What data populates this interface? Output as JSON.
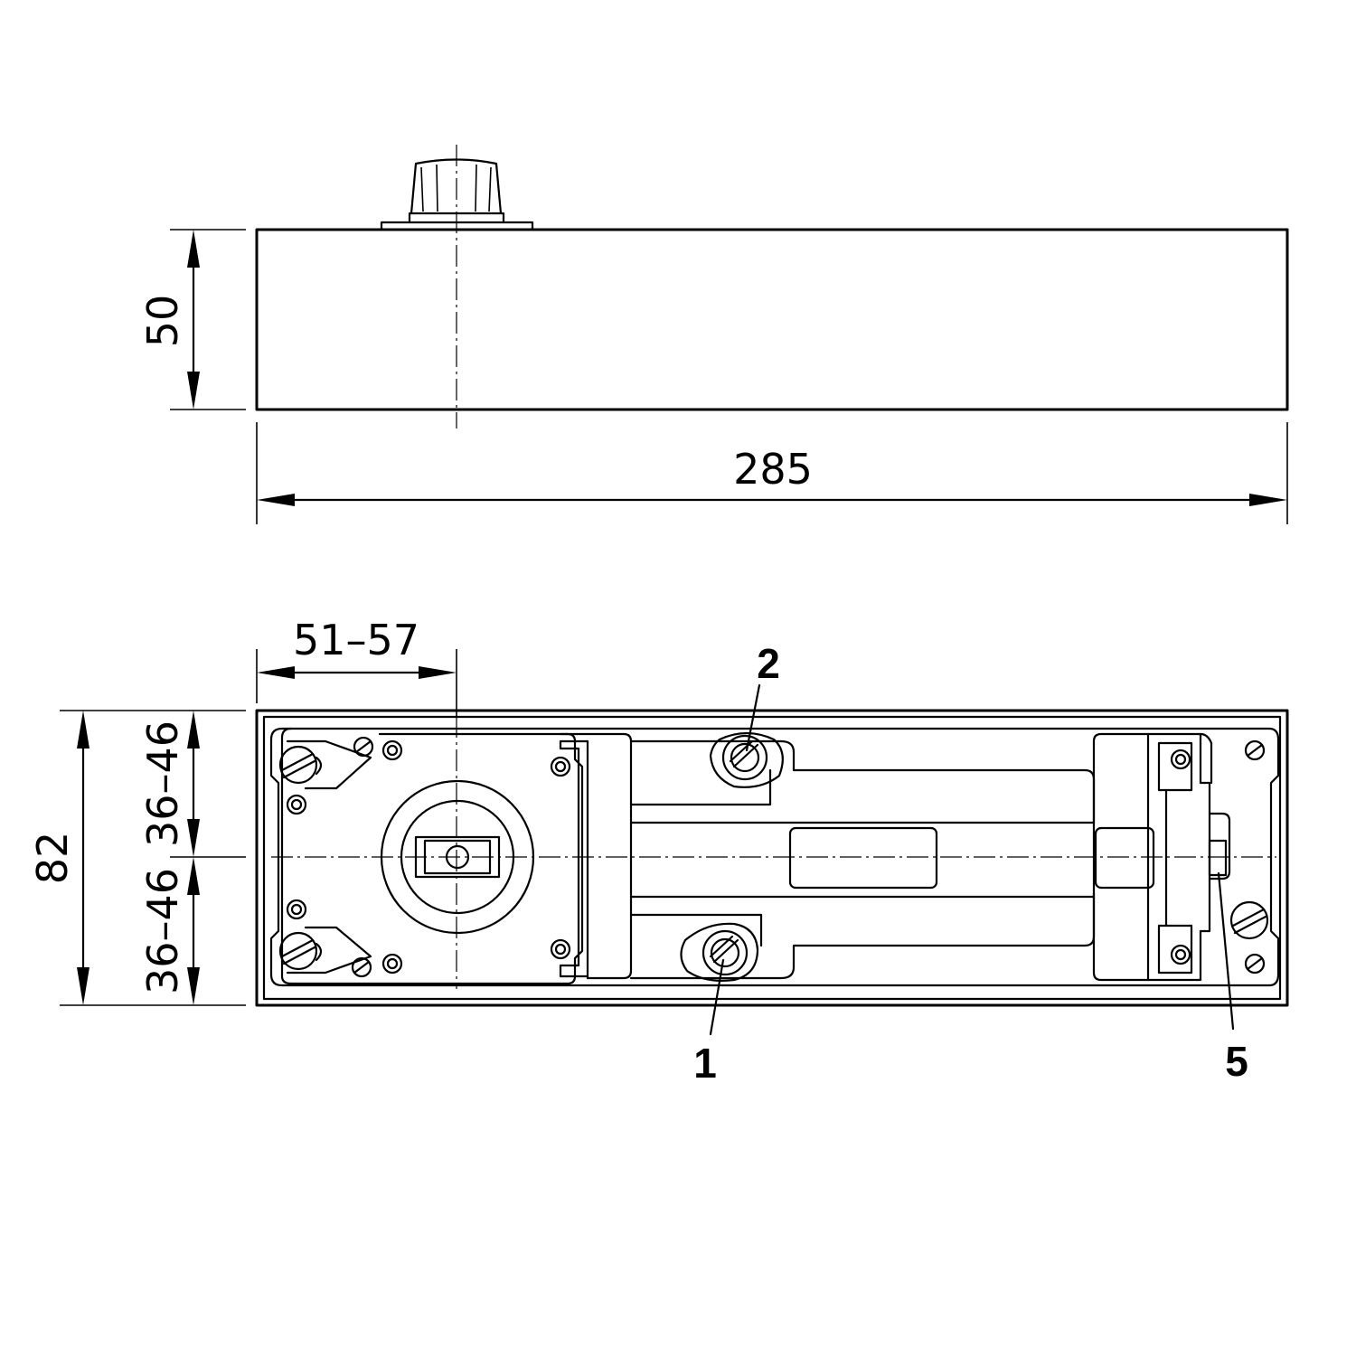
{
  "dimensions": {
    "height": "50",
    "length": "285",
    "pivot_offset": "51–57",
    "width": "82",
    "upper_half": "36–46",
    "lower_half": "36–46"
  },
  "callouts": {
    "c1": "1",
    "c2": "2",
    "c5": "5"
  }
}
